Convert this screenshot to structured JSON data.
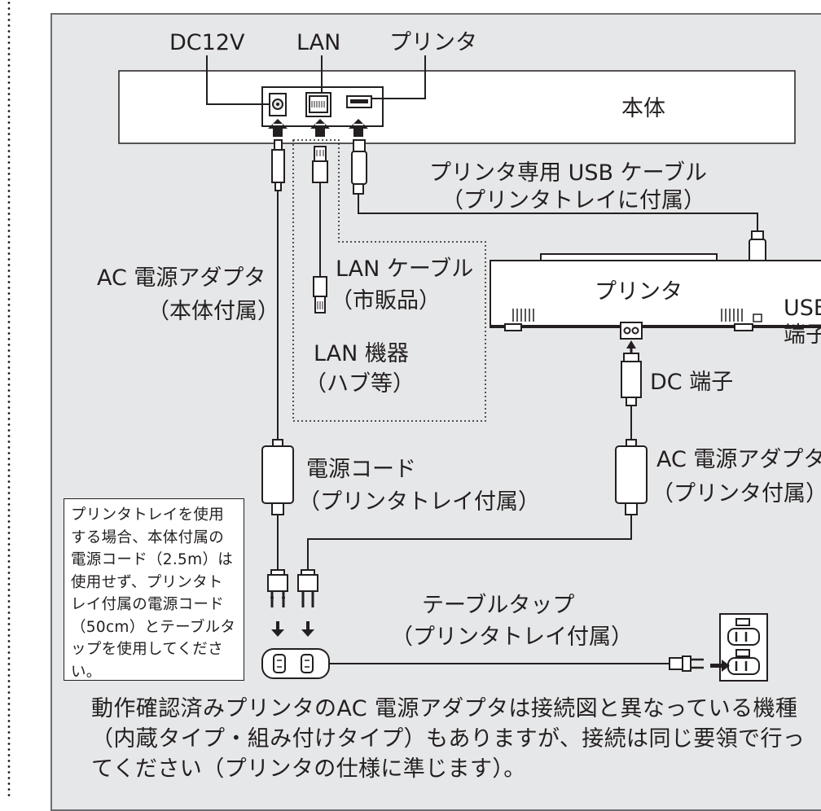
{
  "ports": {
    "dc12v": "DC12V",
    "lan": "LAN",
    "printer": "プリンタ"
  },
  "devices": {
    "main_unit": "本体",
    "printer": "プリンタ"
  },
  "usb_cable": {
    "line1": "プリンタ専用 USB ケーブル",
    "line2": "（プリンタトレイに付属）"
  },
  "main_adapter": {
    "line1": "AC 電源アダプタ",
    "line2": "（本体付属）"
  },
  "lan_cable": {
    "line1": "LAN ケーブル",
    "line2": "（市販品）"
  },
  "lan_device": {
    "line1": "LAN 機器",
    "line2": "（ハブ等）"
  },
  "usb_port": {
    "line1": "USB",
    "line2": "端子"
  },
  "dc_port": "DC 端子",
  "power_cord": {
    "line1": "電源コード",
    "line2": "（プリンタトレイ付属）"
  },
  "printer_adapter": {
    "line1": "AC 電源アダプタ",
    "line2": "（プリンタ付属）"
  },
  "table_tap": {
    "line1": "テーブルタップ",
    "line2": "（プリンタトレイ付属）"
  },
  "note": "プリンタトレイを使用する場合、本体付属の電源コード（2.5m）は使用せず、プリンタトレイ付属の電源コード（50cm）とテーブルタップを使用してください。",
  "footer": "動作確認済みプリンタのAC 電源アダプタは接続図と異なっている機種（内蔵タイプ・組み付けタイプ）もありますが、接続は同じ要領で行ってください（プリンタの仕様に準じます）。",
  "colors": {
    "panel_bg": "#e6e7e8",
    "line": "#231f20",
    "white": "#ffffff"
  }
}
